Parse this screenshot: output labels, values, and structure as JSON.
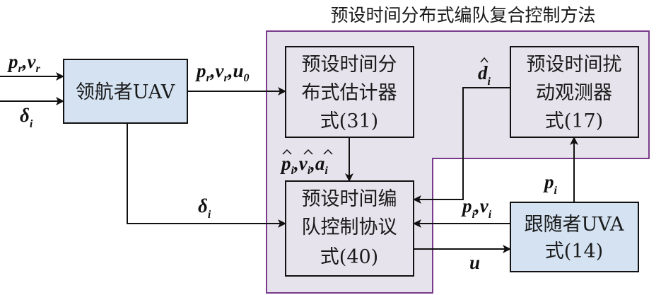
{
  "diagram": {
    "title": "预设时间分布式编队复合控制方法",
    "boxes": {
      "leader": {
        "lines": [
          "领航者UAV"
        ]
      },
      "estimator": {
        "lines": [
          "预设时间分",
          "布式估计器",
          "式(31)"
        ]
      },
      "observer": {
        "lines": [
          "预设时间扰",
          "动观测器",
          "式(17)"
        ]
      },
      "controller": {
        "lines": [
          "预设时间编",
          "队控制协议",
          "式(40)"
        ]
      },
      "follower": {
        "lines": [
          "跟随者UVA",
          "式(14)"
        ]
      }
    },
    "signals": {
      "in_top": "p_r, v_r",
      "in_bottom": "δ_i",
      "leader_to_estimator": "p_r, v_r, u_0",
      "estimator_to_controller": "p̂_i, v̂_i, â_i",
      "leader_to_controller": "δ_i",
      "observer_out": "d̂_i",
      "follower_to_observer": "p_i",
      "follower_to_controller": "p_i, v_i",
      "controller_to_follower": "u"
    },
    "colors": {
      "region_fill": "#e6e3ec",
      "region_border": "#7a3a8c",
      "box_highlight": "#d4e2f2",
      "box_plain": "#e6e3ec",
      "stroke": "#111111"
    }
  }
}
